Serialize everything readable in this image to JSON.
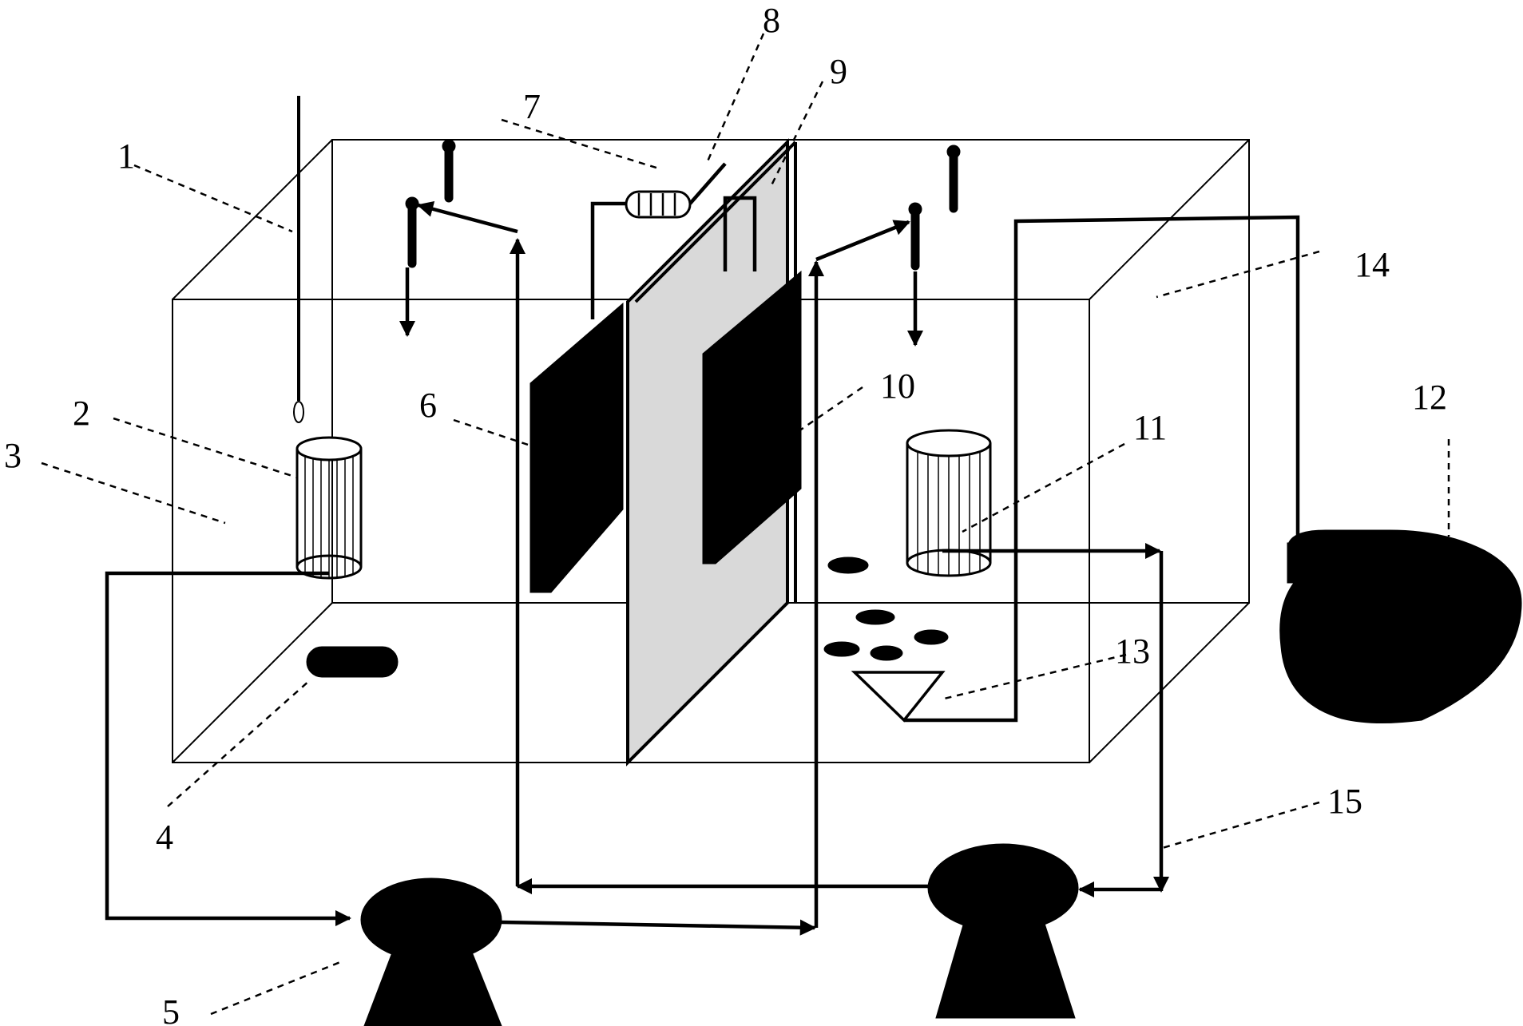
{
  "diagram": {
    "labels": {
      "l1": "1",
      "l2": "2",
      "l3": "3",
      "l4": "4",
      "l5": "5",
      "l6": "6",
      "l7": "7",
      "l8": "8",
      "l9": "9",
      "l10": "10",
      "l11": "11",
      "l12": "12",
      "l13": "13",
      "l14": "14",
      "l15": "15"
    }
  }
}
